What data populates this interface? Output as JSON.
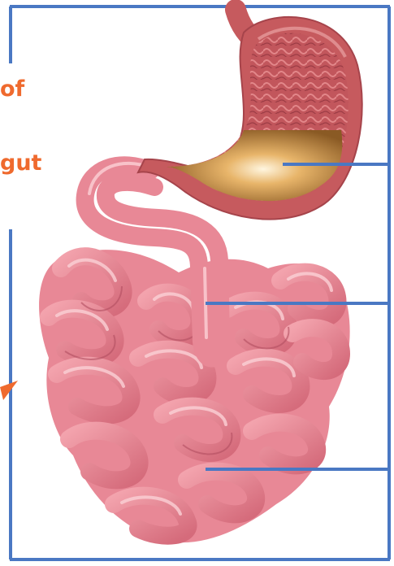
{
  "labels": {
    "fragment_1": "of",
    "fragment_2": "gut"
  },
  "colors": {
    "frame_blue": "#4a78c3",
    "label_orange": "#ef6a2e",
    "intestine_pink": "#e88896",
    "intestine_shadow": "#c95f70",
    "stomach_wall": "#c65a5e",
    "stomach_inner": "#b9484f",
    "chyme": "#d9a055"
  },
  "diagram": {
    "organs": [
      "stomach",
      "duodenum",
      "small-intestine"
    ],
    "pointer_lines": 3
  }
}
